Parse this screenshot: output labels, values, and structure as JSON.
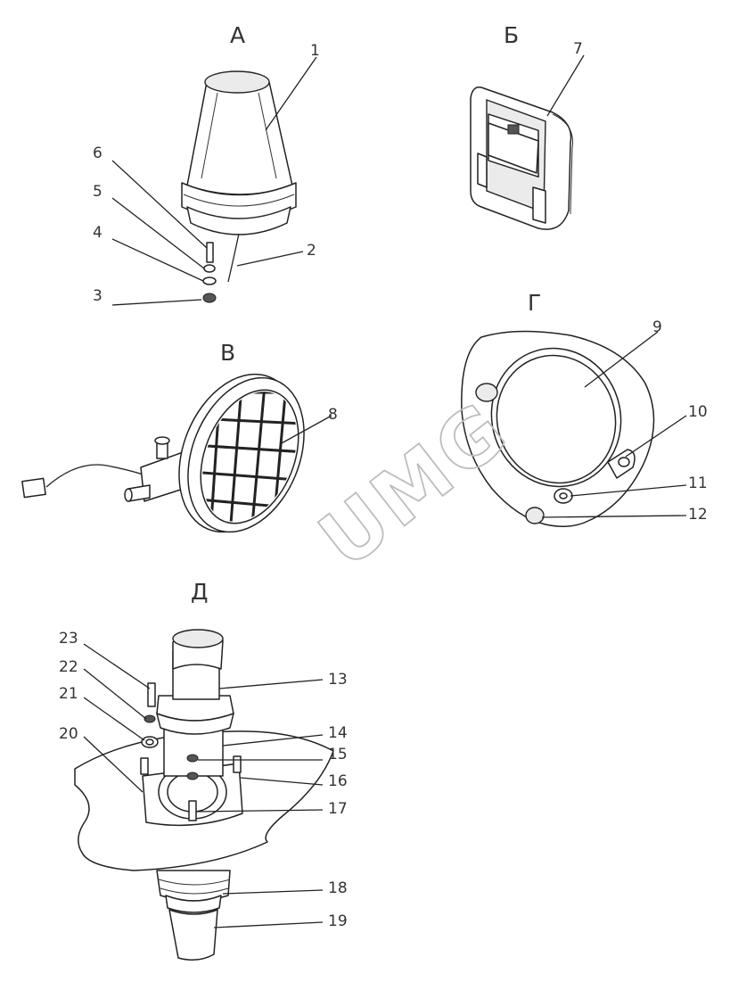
{
  "sections": {
    "a": "А",
    "b": "Б",
    "v": "В",
    "g": "Г",
    "d": "Д"
  },
  "labels": [
    "1",
    "2",
    "3",
    "4",
    "5",
    "6",
    "7",
    "8",
    "9",
    "10",
    "11",
    "12",
    "13",
    "14",
    "15",
    "16",
    "17",
    "18",
    "19",
    "20",
    "21",
    "22",
    "23"
  ],
  "watermark": "UMG"
}
